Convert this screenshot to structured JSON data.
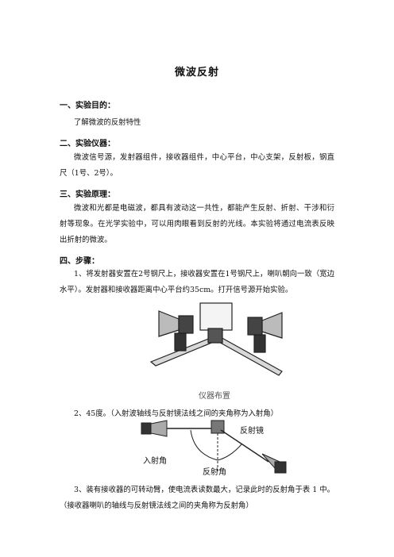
{
  "title": "微波反射",
  "sections": [
    {
      "heading": "一、实验目的：",
      "text": "了解微波的反射特性"
    },
    {
      "heading": "二、实验仪器：",
      "text": "微波信号源，发射器组件，接收器组件，中心平台，中心支架，反射板，钢直尺（1号、2号）。"
    },
    {
      "heading": "三、实验原理：",
      "text": "微波和光都是电磁波，都具有波动这一共性，都能产生反射、折射、干涉和衍射等现象。在光学实验中，可以用肉眼看到反射的光线。本实验将通过电流表反映出折射的微波。"
    },
    {
      "heading": "四、步骤：",
      "text": ""
    }
  ],
  "steps": [
    "1、将发射器安置在2号钢尺上，接收器安置在1号钢尺上，喇叭朝向一致（宽边水平）。发射器和接收器距离中心平台约35cm。打开信号源开始实验。",
    "2、45度。（入射波轴线与反射镜法线之间的夹角称为入射角）",
    "3、装有接收器的可转动臂，使电流表读数最大，记录此时的反射角于表 1 中。（接收器喇叭的轴线与反射镜法线之间的夹角称为反射角）"
  ],
  "figure1": {
    "caption": "仪器布置"
  },
  "figure2": {
    "label_mirror": "反射镜",
    "label_incident": "入射角",
    "label_reflect": "反射角"
  }
}
